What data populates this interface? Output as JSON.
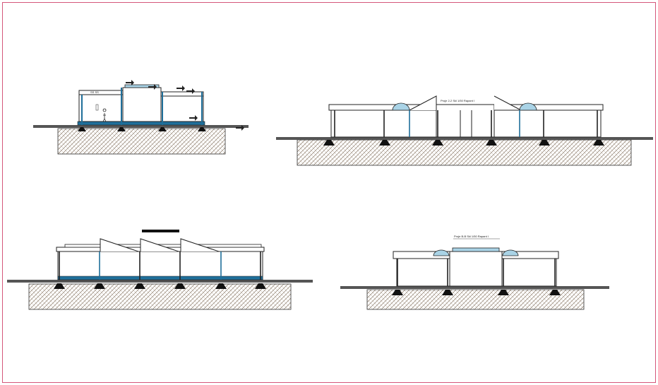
{
  "sheet": {
    "border_color": "#d4577a",
    "line_color": "#1a1a1a",
    "accent_color": "#1f6f9a",
    "dome_color": "#a9d3e6",
    "soil_color": "#9a8a7a"
  },
  "views": [
    {
      "id": "section-1-1",
      "label": "",
      "ridge_label": "SS SS"
    },
    {
      "id": "section-2-2",
      "label": "Proje 2-2 Skl 1/50 Rapant I"
    },
    {
      "id": "section-3-3",
      "label": ""
    },
    {
      "id": "section-4-4",
      "label": "Proje B-B Skl 1/50 Rapant I"
    }
  ]
}
